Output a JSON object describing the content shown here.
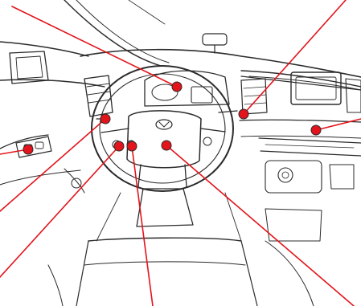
{
  "illustration": {
    "subject": "vehicle-cockpit-line-drawing",
    "colors": {
      "linework": "#2b2b2b",
      "shading": "#d6d6d6",
      "callout": "#e3141b",
      "background": "#ffffff"
    }
  },
  "callouts": [
    {
      "target": "instrument-cluster"
    },
    {
      "target": "center-air-vent"
    },
    {
      "target": "audio-display-panel"
    },
    {
      "target": "left-steering-column-stalk"
    },
    {
      "target": "door-window-switches"
    },
    {
      "target": "steering-wheel-left-controls"
    },
    {
      "target": "steering-wheel-left-lower-controls"
    },
    {
      "target": "steering-wheel-hub-airbag"
    }
  ]
}
